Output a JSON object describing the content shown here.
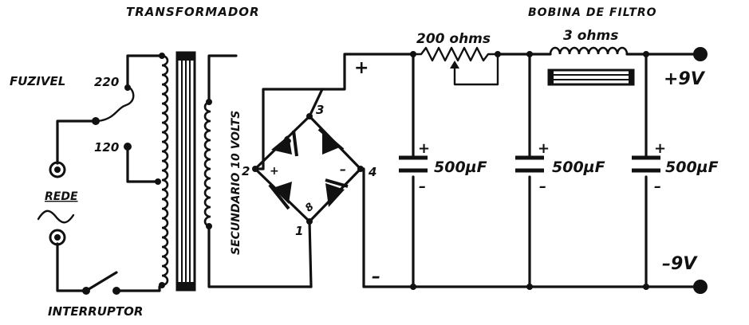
{
  "labels": {
    "transformer": "TRANSFORMADOR",
    "fuse": "FUZIVEL",
    "tap_220": "220",
    "tap_120": "120",
    "mains": "REDE",
    "switch": "INTERRUPTOR",
    "secondary": "SECUNDARIO 10 VOLTS",
    "resistor": "200 ohms",
    "filter_choke": "BOBINA   DE FILTRO",
    "choke_value": "3 ohms",
    "cap_1": "500µF",
    "cap_2": "500µF",
    "cap_3": "500µF",
    "out_pos": "+9V",
    "out_neg": "–9V",
    "bridge_node_1": "1",
    "bridge_node_2": "2",
    "bridge_node_3": "3",
    "bridge_node_4": "4",
    "diode_mark": "8",
    "plus": "+",
    "minus": "–"
  },
  "colors": {
    "ink": "#111111",
    "paper": "#ffffff"
  }
}
